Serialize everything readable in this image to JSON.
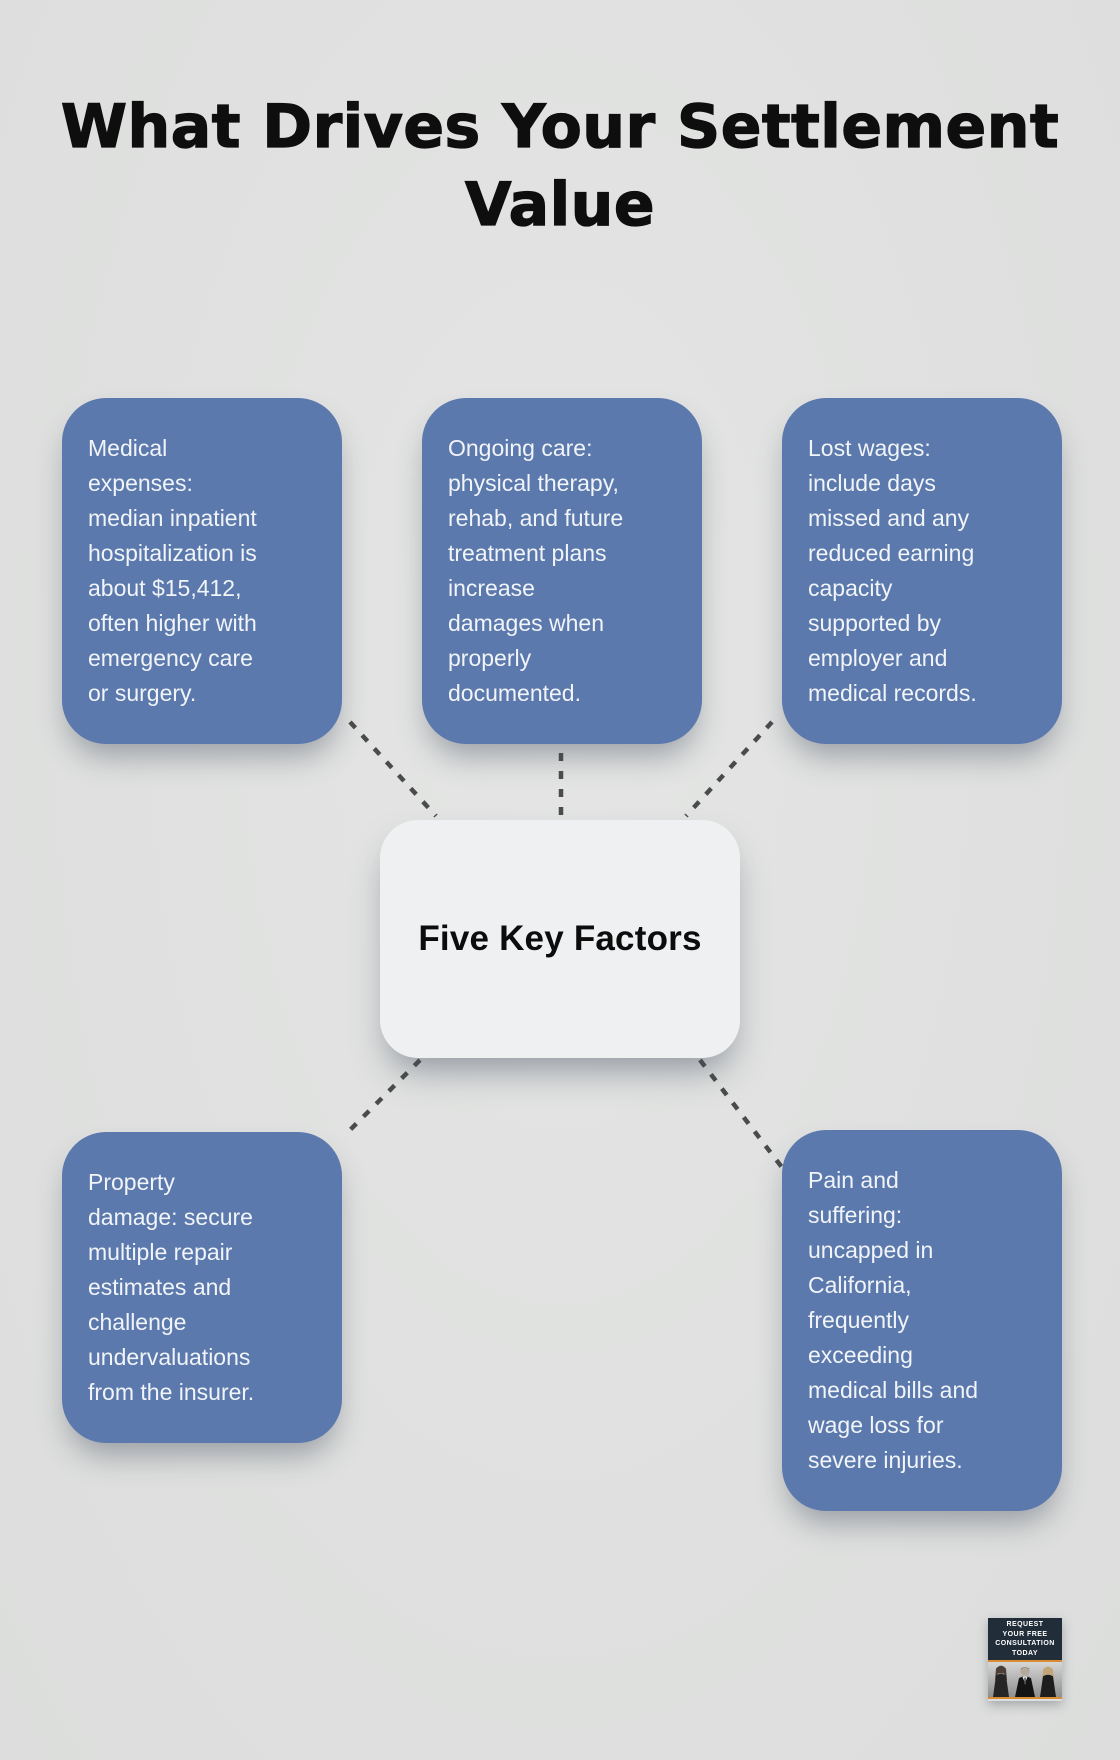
{
  "page": {
    "title": "What Drives Your Settlement\nValue",
    "background_color": "#e0e1e0"
  },
  "center": {
    "label": "Five Key Factors"
  },
  "factors": {
    "medical": {
      "name": "Medical expenses",
      "text": "Medical\nexpenses:\nmedian inpatient\nhospitalization is\nabout $15,412,\noften higher with\nemergency care\nor surgery."
    },
    "ongoing_care": {
      "name": "Ongoing care",
      "text": "Ongoing care:\nphysical therapy,\nrehab, and future\ntreatment plans\nincrease\ndamages when\nproperly\ndocumented."
    },
    "lost_wages": {
      "name": "Lost wages",
      "text": "Lost wages:\ninclude days\nmissed and any\nreduced earning\ncapacity\nsupported by\nemployer and\nmedical records."
    },
    "property_damage": {
      "name": "Property damage",
      "text": "Property\ndamage: secure\nmultiple repair\nestimates and\nchallenge\nundervaluations\nfrom the insurer."
    },
    "pain_suffering": {
      "name": "Pain and suffering",
      "text": "Pain and\nsuffering:\nuncapped in\nCalifornia,\nfrequently\nexceeding\nmedical bills and\nwage loss for\nsevere injuries."
    }
  },
  "badge": {
    "cta": "REQUEST\nYOUR FREE\nCONSULTATION\nTODAY"
  },
  "colors": {
    "factor_box": "#5b79ac",
    "factor_text": "#f1f4f8",
    "center_box": "#eef0f2",
    "title_text": "#0e0e0e",
    "connector": "#4a4b4c",
    "accent_orange": "#d98c33",
    "badge_bg": "#212d38"
  }
}
